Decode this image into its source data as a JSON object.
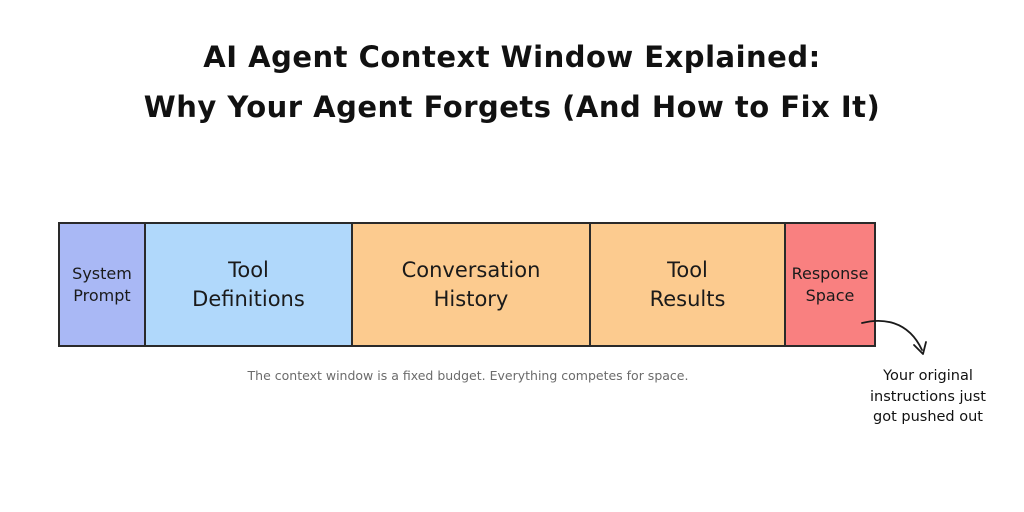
{
  "title": {
    "line1": "AI Agent Context Window Explained:",
    "line2": "Why Your Agent Forgets (And How to Fix It)"
  },
  "segments": [
    {
      "label_lines": [
        "System",
        "Prompt"
      ],
      "color": "#a9b8f5"
    },
    {
      "label_lines": [
        "Tool",
        "Definitions"
      ],
      "color": "#b0d8fb"
    },
    {
      "label_lines": [
        "Conversation",
        "History"
      ],
      "color": "#fccb8f"
    },
    {
      "label_lines": [
        "Tool",
        "Results"
      ],
      "color": "#fccb8f"
    },
    {
      "label_lines": [
        "Response",
        "Space"
      ],
      "color": "#f98080"
    }
  ],
  "caption": "The context window is a fixed budget. Everything competes for space.",
  "annotation": {
    "lines": [
      "Your original",
      "instructions just",
      "got pushed out"
    ]
  }
}
